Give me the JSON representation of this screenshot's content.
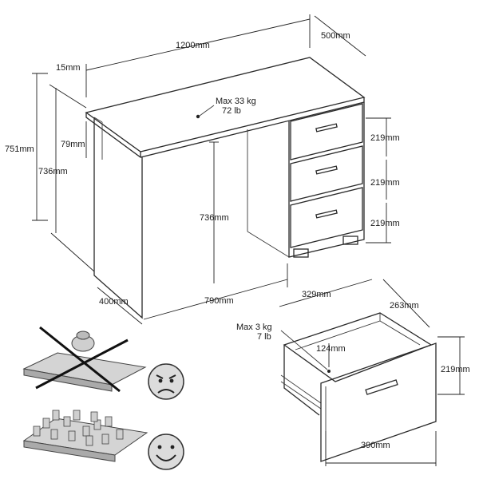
{
  "dimensions": {
    "width": "1200mm",
    "depth": "500mm",
    "top_thickness": "15mm",
    "total_height": "751mm",
    "inner_height": "736mm",
    "apron": "79mm",
    "load_top_kg": "Max 33 kg",
    "load_top_lb": "72 lb",
    "center_height": "736mm",
    "drawer_h1": "219mm",
    "drawer_h2": "219mm",
    "drawer_h3": "219mm",
    "side_depth": "400mm",
    "knee_width": "790mm"
  },
  "drawer_detail": {
    "width_inner": "329mm",
    "depth": "263mm",
    "load_kg": "Max 3 kg",
    "load_lb": "7 lb",
    "inner_height": "124mm",
    "front_height": "219mm",
    "front_width": "390mm"
  },
  "icons": {
    "wrong": "uneven-load-crossed-icon",
    "right": "even-load-icon",
    "sad": "angry-face-icon",
    "happy": "smiling-face-icon"
  }
}
